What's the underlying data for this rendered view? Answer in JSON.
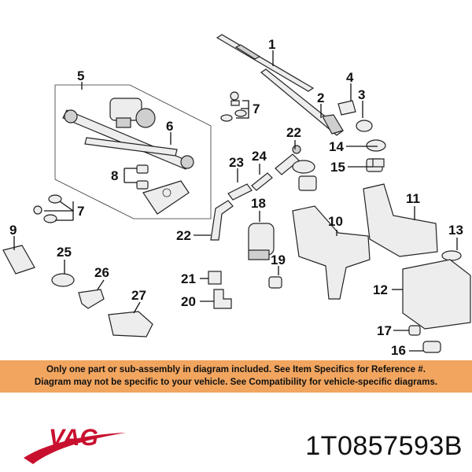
{
  "diagram": {
    "callouts": {
      "c1": "1",
      "c2": "2",
      "c3": "3",
      "c4": "4",
      "c5": "5",
      "c6": "6",
      "c7a": "7",
      "c7b": "7",
      "c8": "8",
      "c9": "9",
      "c10": "10",
      "c11": "11",
      "c12": "12",
      "c13": "13",
      "c14": "14",
      "c15": "15",
      "c16": "16",
      "c17": "17",
      "c18": "18",
      "c19": "19",
      "c20": "20",
      "c21": "21",
      "c22a": "22",
      "c22b": "22",
      "c23": "23",
      "c24": "24",
      "c25": "25",
      "c26": "26",
      "c27": "27"
    }
  },
  "banner": {
    "line1": "Only one part or sub-assembly in diagram included. See Item Specifics for Reference #.",
    "line2": "Diagram may not be specific to your vehicle. See Compatibility for vehicle-specific diagrams.",
    "color": "#f1a55f"
  },
  "brand": {
    "logo_text": "VAG",
    "logo_color": "#c8102e"
  },
  "part_number": "1T0857593B"
}
